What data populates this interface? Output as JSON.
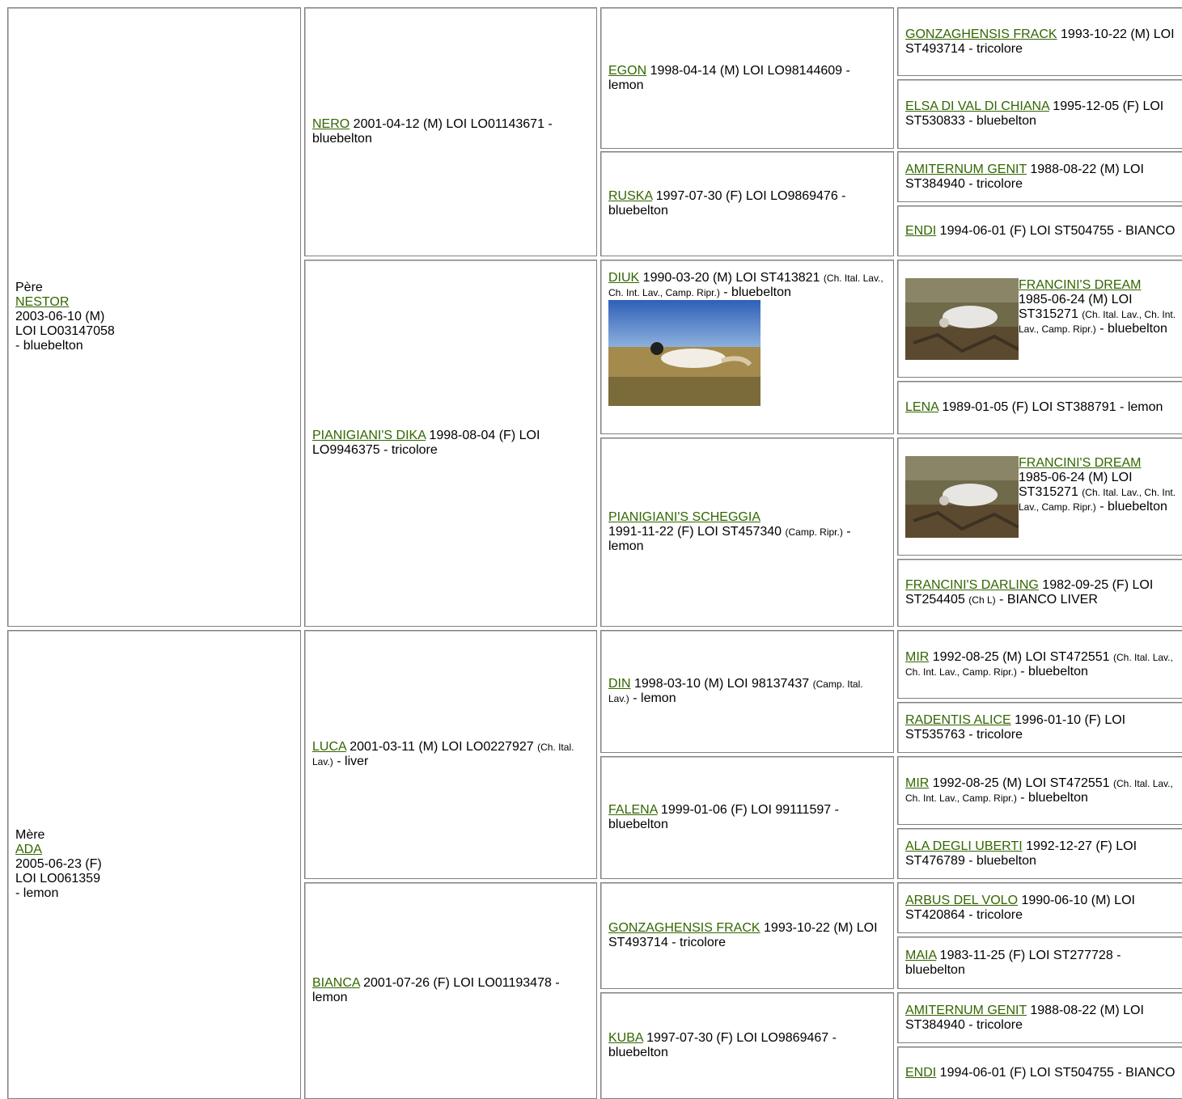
{
  "sire": {
    "role": "Père",
    "name": "NESTOR",
    "date": "2003-06-10 (M)",
    "reg": "LOI LO03147058",
    "color": "- bluebelton"
  },
  "dam": {
    "role": "Mère",
    "name": "ADA",
    "date": "2005-06-23 (F)",
    "reg": "LOI LO061359",
    "color": "- lemon"
  },
  "gen2": [
    {
      "name": "NERO",
      "info": " 2001-04-12 (M) LOI LO01143671 - bluebelton",
      "titles": "",
      "tail": ""
    },
    {
      "name": "PIANIGIANI'S DIKA",
      "info": " 1998-08-04 (F) LOI LO9946375 - tricolore",
      "titles": "",
      "tail": ""
    },
    {
      "name": "LUCA",
      "info": " 2001-03-11 (M) LOI LO0227927 ",
      "titles": "(Ch. Ital. Lav.)",
      "tail": " - liver"
    },
    {
      "name": "BIANCA",
      "info": " 2001-07-26 (F) LOI LO01193478 - lemon",
      "titles": "",
      "tail": ""
    }
  ],
  "gen3": [
    {
      "name": "EGON",
      "info": " 1998-04-14 (M) LOI LO98144609 - lemon",
      "titles": "",
      "tail": ""
    },
    {
      "name": "RUSKA",
      "info": " 1997-07-30 (F) LOI LO9869476 - bluebelton",
      "titles": "",
      "tail": ""
    },
    {
      "name": "DIUK",
      "info": " 1990-03-20 (M) LOI ST413821 ",
      "titles": "(Ch. Ital. Lav., Ch. Int. Lav., Camp. Ripr.)",
      "tail": " - bluebelton"
    },
    {
      "name": "PIANIGIANI'S SCHEGGIA",
      "info": " 1991-11-22 (F) LOI ST457340 ",
      "titles": "(Camp. Ripr.)",
      "tail": " - lemon"
    },
    {
      "name": "DIN",
      "info": " 1998-03-10 (M) LOI 98137437 ",
      "titles": "(Camp. Ital. Lav.)",
      "tail": " - lemon"
    },
    {
      "name": "FALENA",
      "info": " 1999-01-06 (F) LOI 99111597 - bluebelton",
      "titles": "",
      "tail": ""
    },
    {
      "name": "GONZAGHENSIS FRACK",
      "info": " 1993-10-22 (M) LOI ST493714 - tricolore",
      "titles": "",
      "tail": ""
    },
    {
      "name": "KUBA",
      "info": " 1997-07-30 (F) LOI LO9869467 - bluebelton",
      "titles": "",
      "tail": ""
    }
  ],
  "gen4": [
    {
      "name": "GONZAGHENSIS FRACK",
      "info": " 1993-10-22 (M) LOI ST493714 - tricolore",
      "titles": "",
      "tail": ""
    },
    {
      "name": "ELSA DI VAL DI CHIANA",
      "info": " 1995-12-05 (F) LOI ST530833 - bluebelton",
      "titles": "",
      "tail": ""
    },
    {
      "name": "AMITERNUM GENIT",
      "info": " 1988-08-22 (M) LOI ST384940 - tricolore",
      "titles": "",
      "tail": ""
    },
    {
      "name": "ENDI",
      "info": " 1994-06-01 (F) LOI ST504755 - BIANCO",
      "titles": "",
      "tail": ""
    },
    {
      "name": "FRANCINI'S DREAM",
      "info": " 1985-06-24 (M) LOI ST315271 ",
      "titles": "(Ch. Ital. Lav., Ch. Int. Lav., Camp. Ripr.)",
      "tail": " - bluebelton"
    },
    {
      "name": "LENA",
      "info": " 1989-01-05 (F) LOI ST388791 - lemon",
      "titles": "",
      "tail": ""
    },
    {
      "name": "FRANCINI'S DREAM",
      "info": " 1985-06-24 (M) LOI ST315271 ",
      "titles": "(Ch. Ital. Lav., Ch. Int. Lav., Camp. Ripr.)",
      "tail": " - bluebelton"
    },
    {
      "name": "FRANCINI'S DARLING",
      "info": " 1982-09-25 (F) LOI ST254405 ",
      "titles": "(Ch L)",
      "tail": " - BIANCO LIVER"
    },
    {
      "name": "MIR",
      "info": " 1992-08-25 (M) LOI ST472551 ",
      "titles": "(Ch. Ital. Lav., Ch. Int. Lav., Camp. Ripr.)",
      "tail": " - bluebelton"
    },
    {
      "name": "RADENTIS ALICE",
      "info": " 1996-01-10 (F) LOI ST535763 - tricolore",
      "titles": "",
      "tail": ""
    },
    {
      "name": "MIR",
      "info": " 1992-08-25 (M) LOI ST472551 ",
      "titles": "(Ch. Ital. Lav., Ch. Int. Lav., Camp. Ripr.)",
      "tail": " - bluebelton"
    },
    {
      "name": "ALA DEGLI UBERTI",
      "info": " 1992-12-27 (F) LOI ST476789 - bluebelton",
      "titles": "",
      "tail": ""
    },
    {
      "name": "ARBUS DEL VOLO",
      "info": " 1990-06-10 (M) LOI ST420864 - tricolore",
      "titles": "",
      "tail": ""
    },
    {
      "name": "MAIA",
      "info": " 1983-11-25 (F) LOI ST277728 - bluebelton",
      "titles": "",
      "tail": ""
    },
    {
      "name": "AMITERNUM GENIT",
      "info": " 1988-08-22 (M) LOI ST384940 - tricolore",
      "titles": "",
      "tail": ""
    },
    {
      "name": "ENDI",
      "info": " 1994-06-01 (F) LOI ST504755 - BIANCO",
      "titles": "",
      "tail": ""
    }
  ]
}
